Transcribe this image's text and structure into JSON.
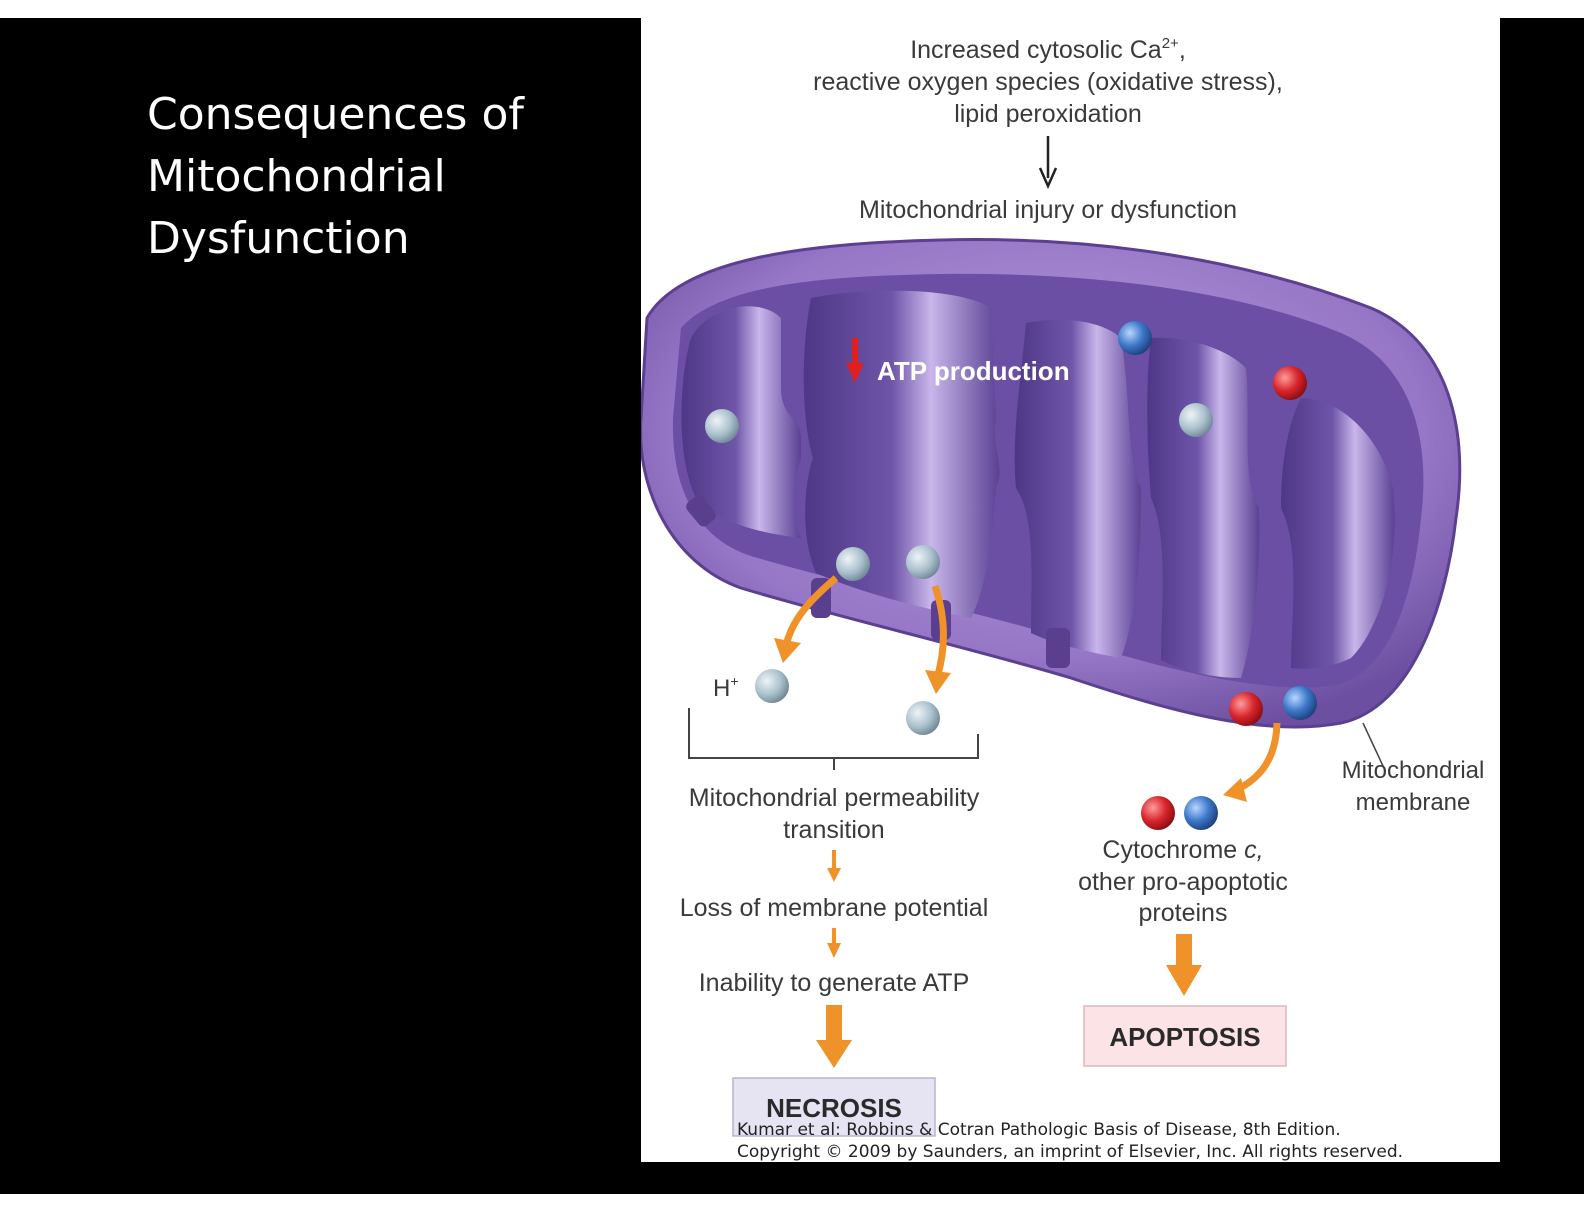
{
  "slide": {
    "title_lines": [
      "Consequences of",
      "Mitochondrial",
      "Dysfunction"
    ]
  },
  "diagram": {
    "trigger_line1_pre": "Increased cytosolic Ca",
    "trigger_line1_sup": "2+",
    "trigger_line1_post": ",",
    "trigger_line2": "reactive oxygen species (oxidative stress),",
    "trigger_line3": "lipid peroxidation",
    "injury": "Mitochondrial injury or dysfunction",
    "atp_production": "ATP production",
    "h_ion": "H",
    "h_ion_sup": "+",
    "membrane_label_line1": "Mitochondrial",
    "membrane_label_line2": "membrane",
    "mpt_line1": "Mitochondrial permeability",
    "mpt_line2": "transition",
    "loss_potential": "Loss of membrane potential",
    "inability_atp": "Inability to generate ATP",
    "necrosis": "NECROSIS",
    "cyto_line1_pre": "Cytochrome ",
    "cyto_line1_italic": "c,",
    "cyto_line2": "other pro-apoptotic",
    "cyto_line3": "proteins",
    "apoptosis": "APOPTOSIS",
    "credit_line1": "Kumar et al: Robbins & Cotran Pathologic Basis of Disease, 8th Edition.",
    "credit_line2": "Copyright © 2009 by Saunders, an imprint of Elsevier, Inc. All rights reserved."
  },
  "colors": {
    "slide_background": "#000000",
    "title_text": "#ffffff",
    "mitochondrion_outer": "#8a6ab8",
    "mitochondrion_inner": "#5e4595",
    "arrow_orange": "#f0922a",
    "atp_down_arrow": "#e02020",
    "necrosis_box": "#e6e3f3",
    "apoptosis_box": "#fbe3e6",
    "red_protein": "#d8262c",
    "blue_protein": "#3d78c8",
    "h_ion_ball": "#9fb7c4"
  }
}
